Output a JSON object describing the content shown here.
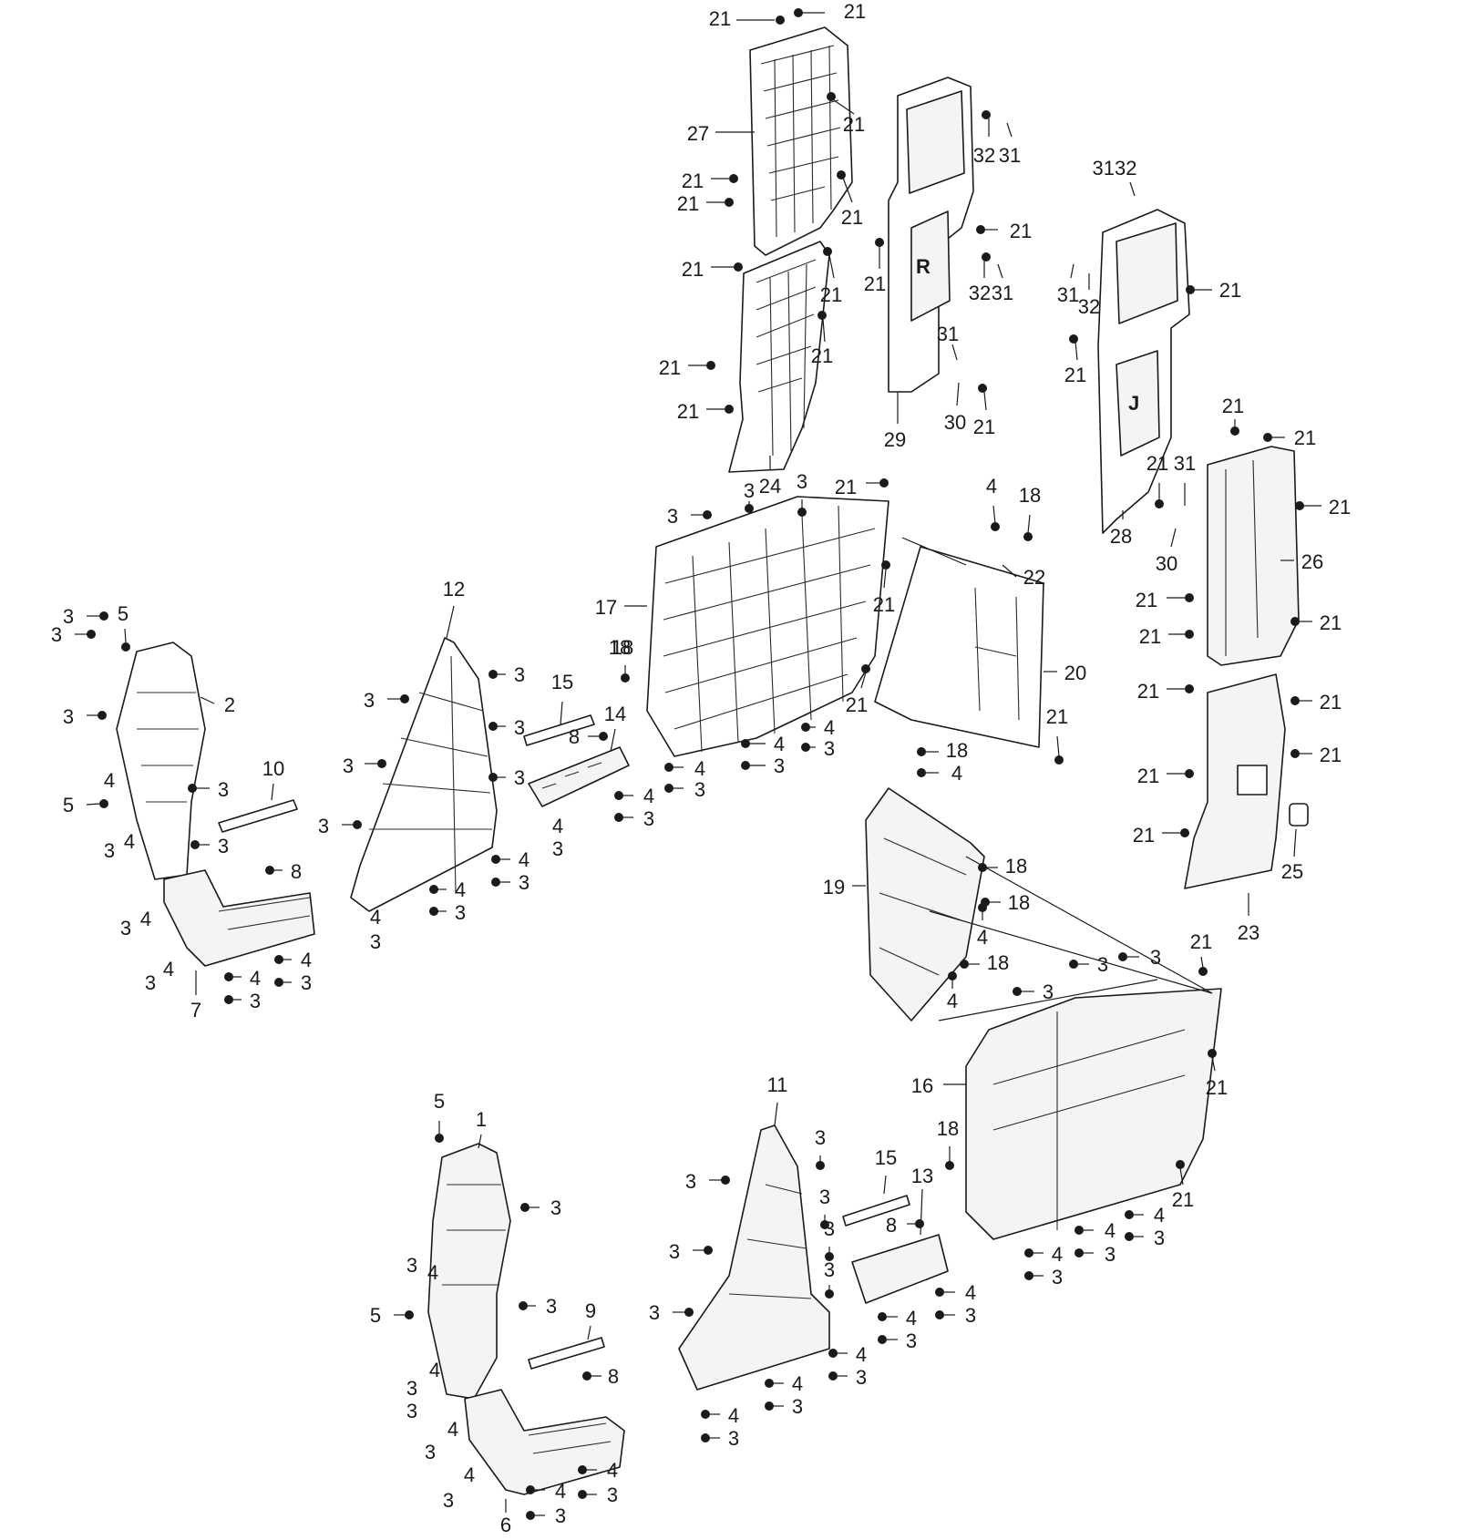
{
  "diagram": {
    "labels": [
      "1",
      "2",
      "3",
      "4",
      "5",
      "6",
      "7",
      "8",
      "9",
      "10",
      "11",
      "12",
      "13",
      "14",
      "15",
      "16",
      "17",
      "18",
      "19",
      "20",
      "21",
      "22",
      "23",
      "24",
      "25",
      "26",
      "27",
      "28",
      "29",
      "30",
      "31",
      "32",
      "3132"
    ]
  }
}
